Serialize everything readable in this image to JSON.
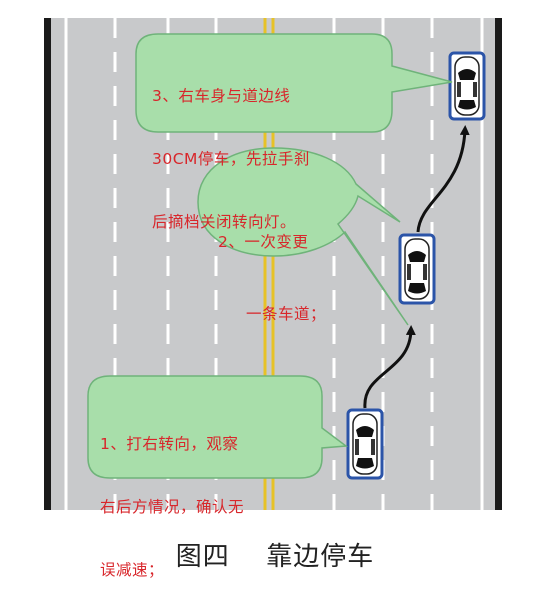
{
  "colors": {
    "road": "#c8c9cb",
    "edge_line": "#1a1a1a",
    "lane_dash": "#ffffff",
    "center_line": "#e7c227",
    "bubble_fill": "#a8deaa",
    "bubble_stroke": "#6fb37a",
    "bubble_text": "#d8262b",
    "arrow": "#111111",
    "car_border": "#2b54a8"
  },
  "callouts": {
    "step1": {
      "lines": [
        "1、打右转向，观察",
        "右后方情况，确认无",
        "误减速；"
      ]
    },
    "step2": {
      "lines": [
        "2、一次变更",
        "一条车道；"
      ]
    },
    "step3": {
      "lines": [
        "3、右车身与道边线",
        "30CM停车，先拉手刹",
        "后摘档关闭转向灯。"
      ]
    }
  },
  "caption": {
    "figure": "图四",
    "title": "靠边停车"
  },
  "icons": [
    "car-icon",
    "arrow-icon"
  ]
}
